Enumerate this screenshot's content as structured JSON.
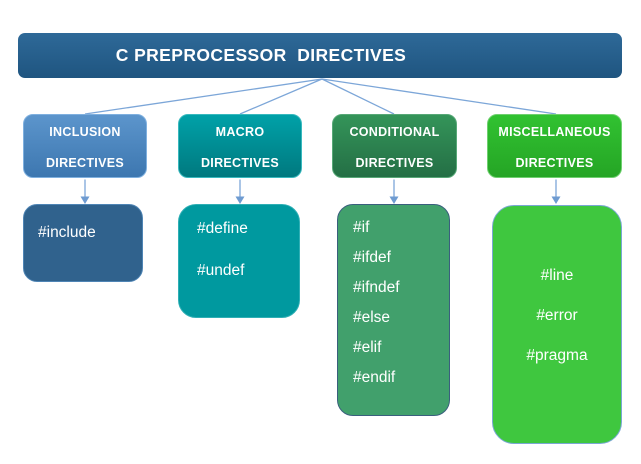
{
  "title": "C PREPROCESSOR  DIRECTIVES",
  "colors": {
    "page_bg": "#FFFFFF",
    "header_top": "#2E6998",
    "header_bottom": "#1F5580",
    "title_text": "#FFFFFF",
    "label_text": "#FFFFFF",
    "connector": "#7CA6D8",
    "arrowhead": "#6E9BD1"
  },
  "categories": [
    {
      "id": "inclusion",
      "line1": "INCLUSION",
      "line2": "DIRECTIVES",
      "items": [
        "#include"
      ],
      "colors": {
        "head_top": "#5C95CC",
        "head_bottom": "#3D77B0",
        "head_border": "#7FB0DF",
        "body": "#30628D",
        "body_border": "#4F85B5"
      }
    },
    {
      "id": "macro",
      "line1": "MACRO",
      "line2": "DIRECTIVES",
      "items": [
        "#define",
        "#undef"
      ],
      "colors": {
        "head_top": "#00A1A8",
        "head_bottom": "#00797F",
        "head_border": "#38B9BE",
        "body": "#00999F",
        "body_border": "#2FAFB5"
      }
    },
    {
      "id": "conditional",
      "line1": "CONDITIONAL",
      "line2": "DIRECTIVES",
      "items": [
        "#if",
        "#ifdef",
        "#ifndef",
        "#else",
        "#elif",
        "#endif"
      ],
      "colors": {
        "head_top": "#349459",
        "head_bottom": "#246F45",
        "head_border": "#57A877",
        "body": "#41A06C",
        "body_border": "#3A5F7D"
      }
    },
    {
      "id": "miscellaneous",
      "line1": "MISCELLANEOUS",
      "line2": "DIRECTIVES",
      "items": [
        "#line",
        "#error",
        "#pragma"
      ],
      "colors": {
        "head_top": "#31C231",
        "head_bottom": "#25A525",
        "head_border": "#6FD06F",
        "body": "#3FC73F",
        "body_border": "#7AA7D4"
      }
    }
  ]
}
